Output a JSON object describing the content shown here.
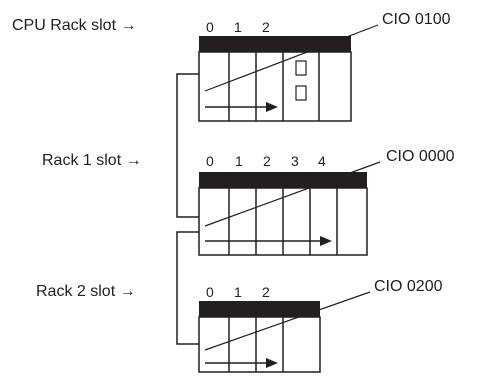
{
  "racks": [
    {
      "label": "CPU Rack slot →",
      "slot_numbers": [
        "0",
        "1",
        "2"
      ],
      "address": "CIO 0100"
    },
    {
      "label": "Rack 1 slot →",
      "slot_numbers": [
        "0",
        "1",
        "2",
        "3",
        "4"
      ],
      "address": "CIO 0000"
    },
    {
      "label": "Rack 2 slot →",
      "slot_numbers": [
        "0",
        "1",
        "2"
      ],
      "address": "CIO 0200"
    }
  ],
  "colors": {
    "line": "#231f20",
    "header": "#231f20",
    "background": "#ffffff"
  }
}
